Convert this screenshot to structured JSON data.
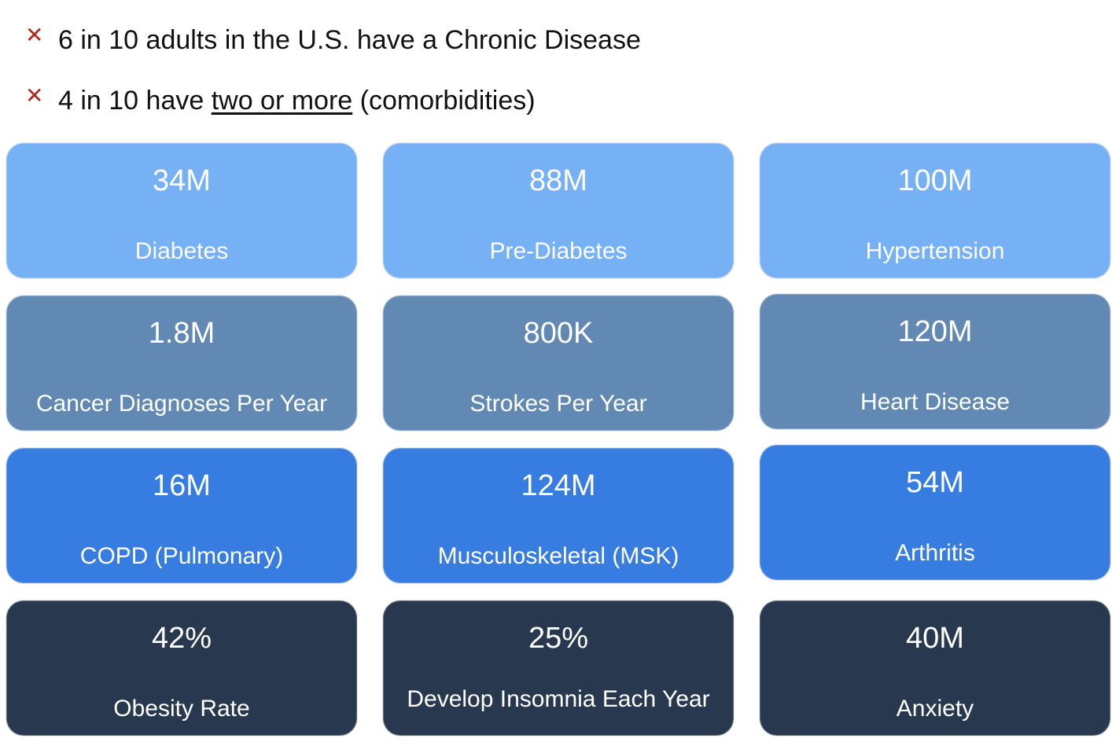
{
  "colors": {
    "bullet_icon": "#b3261e",
    "row_1": "#76b0f5",
    "row_2": "#6189b4",
    "row_3": "#377ce0",
    "row_4": "#28384f"
  },
  "bullets": [
    {
      "icon": "x-mark-icon",
      "text": "6 in 10 adults in the U.S. have a Chronic Disease"
    },
    {
      "icon": "x-mark-icon",
      "text_before": "4 in 10 have ",
      "text_underlined": "two or more",
      "text_after": " (comorbidities)"
    }
  ],
  "cards": [
    [
      {
        "value": "34M",
        "label": "Diabetes"
      },
      {
        "value": "88M",
        "label": "Pre-Diabetes"
      },
      {
        "value": "100M",
        "label": "Hypertension"
      }
    ],
    [
      {
        "value": "1.8M",
        "label": "Cancer Diagnoses Per Year"
      },
      {
        "value": "800K",
        "label": "Strokes Per Year"
      },
      {
        "value": "120M",
        "label": "Heart Disease"
      }
    ],
    [
      {
        "value": "16M",
        "label": "COPD (Pulmonary)"
      },
      {
        "value": "124M",
        "label": "Musculoskeletal (MSK)"
      },
      {
        "value": "54M",
        "label": "Arthritis"
      }
    ],
    [
      {
        "value": "42%",
        "label": "Obesity Rate"
      },
      {
        "value": "25%",
        "label": "Develop Insomnia Each Year"
      },
      {
        "value": "40M",
        "label": "Anxiety"
      }
    ]
  ]
}
